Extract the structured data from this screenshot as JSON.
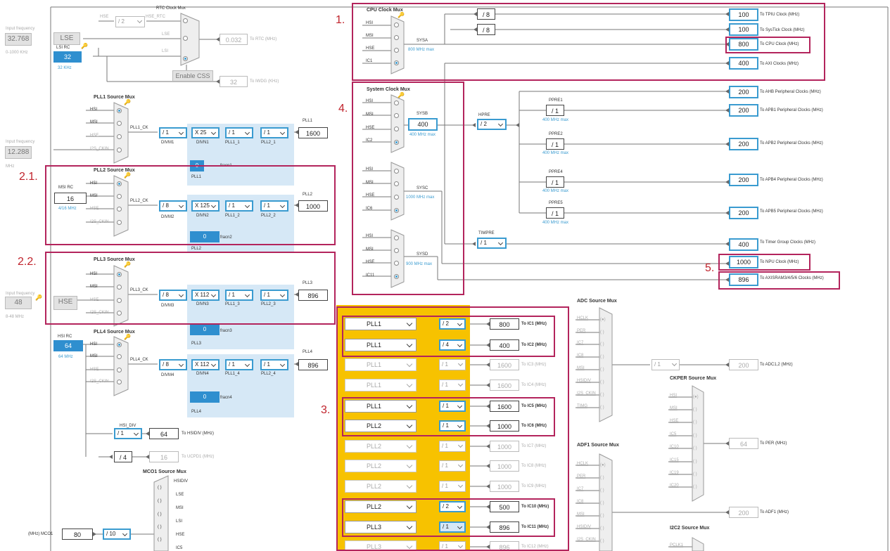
{
  "rtc": {
    "mux_title": "RTC Clock Mux",
    "hse": "HSE",
    "hse_div": "/ 2",
    "hse_rtc": "HSE_RTC",
    "lse": "LSE",
    "lsi": "LSI",
    "rtc_value": "0.032",
    "rtc_label": "To RTC (MHz)",
    "enable_css": "Enable CSS",
    "iwdg_value": "32",
    "iwdg_label": "To IWDG (KHz)"
  },
  "lse_in": {
    "label": "Input frequency",
    "value": "32.768",
    "range": "0-1000 KHz",
    "name": "LSE"
  },
  "lsi": {
    "title": "LSI RC",
    "value": "32",
    "unit": "32 KHz"
  },
  "i2s_in": {
    "label": "Input frequency",
    "value": "12.288",
    "unit": "MHz"
  },
  "hse_in": {
    "label": "Input frequency",
    "value": "48",
    "range": "8-48 MHz",
    "name": "HSE"
  },
  "msi": {
    "title": "MSI RC",
    "value": "16",
    "range": "4/16 MHz"
  },
  "hsi": {
    "title": "HSI RC",
    "value": "64",
    "unit": "64 MHz"
  },
  "src": {
    "hsi": "HSI",
    "msi": "MSI",
    "hse": "HSE",
    "i2s": "I2S_CKIN"
  },
  "pll1": {
    "mux": "PLL1 Source Mux",
    "ck": "PLL1_CK",
    "divm": "/ 1",
    "divm_l": "DIVM1",
    "divn": "X 25",
    "divn_l": "DIVN1",
    "p1": "/ 1",
    "p1_l": "PLL1_1",
    "p2": "/ 1",
    "p2_l": "PLL2_1",
    "name": "PLL1",
    "out": "1600",
    "fracn": "0",
    "fracn_l": "fracn1",
    "bottom": "PLL1"
  },
  "pll2": {
    "mux": "PLL2 Source Mux",
    "ck": "PLL2_CK",
    "divm": "/ 8",
    "divm_l": "DIVM2",
    "divn": "X 125",
    "divn_l": "DIVN2",
    "p1": "/ 1",
    "p1_l": "PLL1_2",
    "p2": "/ 1",
    "p2_l": "PLL2_2",
    "name": "PLL2",
    "out": "1000",
    "fracn": "0",
    "fracn_l": "fracn2",
    "bottom": "PLL2"
  },
  "pll3": {
    "mux": "PLL3 Source Mux",
    "ck": "PLL3_CK",
    "divm": "/ 8",
    "divm_l": "DIVM3",
    "divn": "X 112",
    "divn_l": "DIVN3",
    "p1": "/ 1",
    "p1_l": "PLL1_3",
    "p2": "/ 1",
    "p2_l": "PLL2_3",
    "name": "PLL3",
    "out": "896",
    "fracn": "0",
    "fracn_l": "fracn3",
    "bottom": "PLL3"
  },
  "pll4": {
    "mux": "PLL4 Source Mux",
    "ck": "PLL4_CK",
    "divm": "/ 8",
    "divm_l": "DIVM4",
    "divn": "X 112",
    "divn_l": "DIVN4",
    "p1": "/ 1",
    "p1_l": "PLL1_4",
    "p2": "/ 1",
    "p2_l": "PLL2_4",
    "name": "PLL4",
    "out": "896",
    "fracn": "0",
    "fracn_l": "fracn4",
    "bottom": "PLL4"
  },
  "hsidiv": {
    "title": "HSI_DIV",
    "div": "/ 1",
    "value": "64",
    "label": "To HSIDIV (MHz)"
  },
  "ucpd": {
    "div": "/ 4",
    "value": "16",
    "label": "To UCPD1 (MHz)"
  },
  "mco": {
    "title": "MCO1 Source Mux",
    "inputs": [
      "HSIDIV",
      "LSE",
      "MSI",
      "LSI",
      "HSE",
      "IC5"
    ],
    "label": "(MHz) MCO1",
    "value": "80",
    "div": "/ 10"
  },
  "cpu": {
    "title": "CPU Clock Mux",
    "inputs": [
      "HSI",
      "MSI",
      "HSE",
      "IC1"
    ],
    "sys": "SYSA",
    "max": "800 MHz max",
    "div8a": "/ 8",
    "div8b": "/ 8",
    "tpiu": "100",
    "tpiu_l": "To TPIU Clock (MHz)",
    "systick": "100",
    "systick_l": "To SysTick Clock (MHz)",
    "cpuv": "800",
    "cpu_l": "To CPU Clock (MHz)",
    "axi": "400",
    "axi_l": "To AXI Clocks (MHz)"
  },
  "sys": {
    "title": "System Clock Mux",
    "g1": [
      "HSI",
      "MSI",
      "HSE",
      "IC2"
    ],
    "g2": [
      "HSI",
      "MSI",
      "HSE",
      "IC6"
    ],
    "g3": [
      "HSI",
      "MSI",
      "HSE",
      "IC11"
    ],
    "sysb": "SYSB",
    "sysb_v": "400",
    "sysb_max": "400 MHz max",
    "sysc": "SYSC",
    "sysc_max": "1000 MHz max",
    "sysd": "SYSD",
    "sysd_max": "900 MHz max"
  },
  "periph": {
    "hpre": "HPRE",
    "hpre_v": "/ 2",
    "ahb": "200",
    "ahb_l": "To AHB Peripheral Clocks (MHz)",
    "ppre1": "PPRE1",
    "ppre1_v": "/ 1",
    "apb1": "200",
    "apb1_l": "To APB1 Peripheral Clocks (MHz)",
    "ppre2": "PPRE2",
    "ppre2_v": "/ 1",
    "apb2": "200",
    "apb2_l": "To APB2 Peripheral Clocks (MHz)",
    "ppre4": "PPRE4",
    "ppre4_v": "/ 1",
    "apb4": "200",
    "apb4_l": "To APB4 Peripheral Clocks (MHz)",
    "ppre5": "PPRE5",
    "ppre5_v": "/ 1",
    "apb5": "200",
    "apb5_l": "To APB5 Peripheral Clocks (MHz)",
    "max": "400 MHz max",
    "timpre": "TIMPRE",
    "timpre_v": "/ 1",
    "timer": "400",
    "timer_l": "To Timer Group Clocks (MHz)",
    "npu": "1000",
    "npu_l": "To NPU Clock (MHz)",
    "axisram": "896",
    "axisram_l": "To AXISRAM3/4/5/6 Clocks (MHz)"
  },
  "ic": [
    {
      "src": "PLL1",
      "div": "/ 2",
      "val": "800",
      "label": "To IC1 (MHz)",
      "on": true
    },
    {
      "src": "PLL1",
      "div": "/ 4",
      "val": "400",
      "label": "To IC2 (MHz)",
      "on": true
    },
    {
      "src": "PLL1",
      "div": "/ 1",
      "val": "1600",
      "label": "To IC3 (MHz)",
      "on": false
    },
    {
      "src": "PLL1",
      "div": "/ 1",
      "val": "1600",
      "label": "To IC4 (MHz)",
      "on": false
    },
    {
      "src": "PLL1",
      "div": "/ 1",
      "val": "1600",
      "label": "To IC5 (MHz)",
      "on": true
    },
    {
      "src": "PLL2",
      "div": "/ 1",
      "val": "1000",
      "label": "To IC6 (MHz)",
      "on": true
    },
    {
      "src": "PLL2",
      "div": "/ 1",
      "val": "1000",
      "label": "To IC7 (MHz)",
      "on": false
    },
    {
      "src": "PLL2",
      "div": "/ 1",
      "val": "1000",
      "label": "To IC8 (MHz)",
      "on": false
    },
    {
      "src": "PLL2",
      "div": "/ 1",
      "val": "1000",
      "label": "To IC9 (MHz)",
      "on": false
    },
    {
      "src": "PLL2",
      "div": "/ 2",
      "val": "500",
      "label": "To IC10 (MHz)",
      "on": true
    },
    {
      "src": "PLL3",
      "div": "/ 1",
      "val": "896",
      "label": "To IC11 (MHz)",
      "on": true
    },
    {
      "src": "PLL3",
      "div": "/ 1",
      "val": "896",
      "label": "To IC12 (MHz)",
      "on": false
    }
  ],
  "adc": {
    "title": "ADC Source Mux",
    "inputs": [
      "HCLK",
      "PER",
      "IC7",
      "IC8",
      "MSI",
      "HSIDIV",
      "I2S_CKIN",
      "TIMG"
    ],
    "div": "/ 1",
    "val": "200",
    "label": "To ADC1,2 (MHz)"
  },
  "ckper": {
    "title": "CKPER Source Mux",
    "inputs": [
      "HSI",
      "MSI",
      "HSE",
      "IC5",
      "IC10",
      "IC15",
      "IC19",
      "IC20"
    ],
    "val": "64",
    "label": "To PER (MHz)"
  },
  "adf": {
    "title": "ADF1 Source Mux",
    "inputs": [
      "HCLK",
      "PER",
      "IC7",
      "IC8",
      "MSI",
      "HSIDIV",
      "I2S_CKIN"
    ],
    "val": "200",
    "label": "To ADF1 (MHz)"
  },
  "i2c": {
    "title": "I2C2 Source Mux",
    "inputs": [
      "PCLK1"
    ]
  },
  "annot": {
    "a1": "1.",
    "a21": "2.1.",
    "a22": "2.2.",
    "a3": "3.",
    "a4": "4.",
    "a5": "5."
  }
}
